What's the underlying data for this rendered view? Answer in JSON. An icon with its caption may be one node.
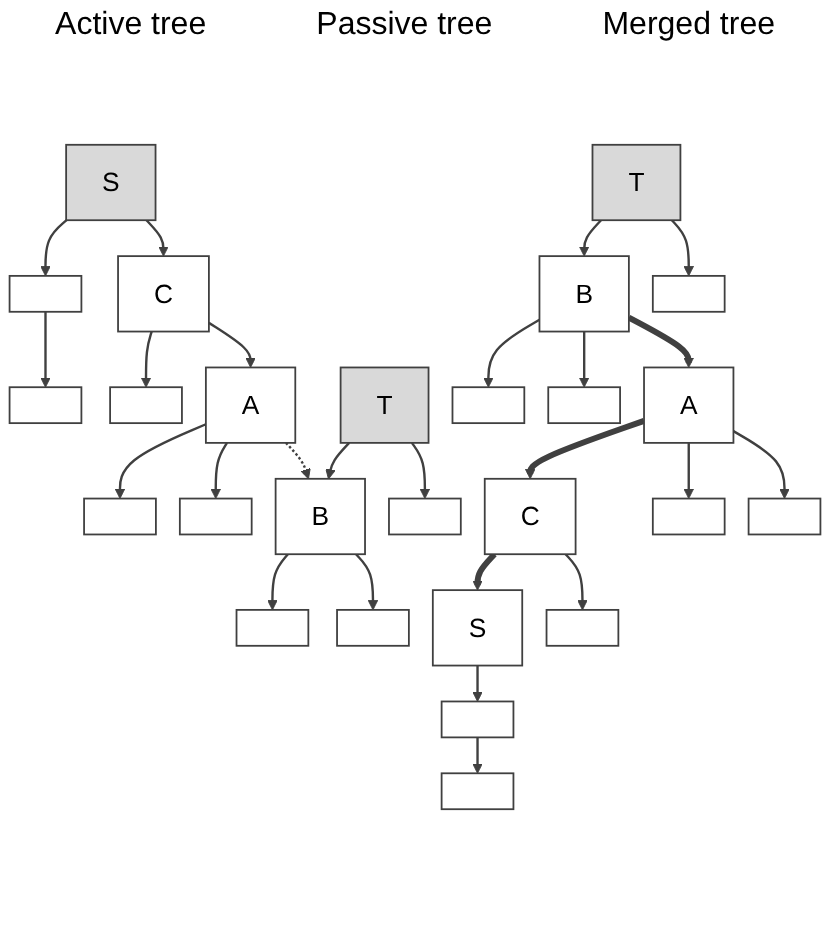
{
  "diagram": {
    "nodes": [
      {
        "text": [
          "S"
        ]
      },
      {
        "text": [],
        "shape": "box"
      },
      {
        "text": [
          "C"
        ]
      },
      {
        "text": [],
        "shape": "box"
      },
      {
        "text": [],
        "shape": "box"
      },
      {
        "text": [
          "A"
        ]
      },
      {
        "text": [],
        "shape": "box"
      },
      {
        "text": [],
        "shape": "box"
      },
      {
        "text": [
          "T"
        ]
      },
      {
        "text": [],
        "shape": "box"
      },
      {
        "text": [
          "B"
        ]
      },
      {
        "text": [],
        "shape": "box"
      },
      {
        "text": [],
        "shape": "box"
      },
      {
        "text": [
          "S"
        ]
      },
      {
        "text": [],
        "shape": "box"
      },
      {
        "text": [
          "C"
        ]
      },
      {
        "text": [],
        "shape": "box"
      },
      {
        "text": [],
        "shape": "box"
      },
      {
        "text": [
          "A"
        ]
      },
      {
        "text": [],
        "shape": "box"
      },
      {
        "text": [],
        "shape": "box"
      },
      {
        "text": [
          "T"
        ]
      },
      {
        "text": [],
        "shape": "box"
      },
      {
        "text": [
          "B"
        ]
      },
      {
        "text": [],
        "shape": "box"
      },
      {
        "text": [],
        "shape": "box"
      }
    ],
    "edges": [
      {
        "from": 0,
        "to": 1,
        "arrow": "to"
      },
      {
        "from": 0,
        "to": 2,
        "arrow": "to"
      },
      {
        "from": 1,
        "to": 3,
        "arrow": "to"
      },
      {
        "from": 2,
        "to": 4,
        "arrow": "to"
      },
      {
        "from": 2,
        "to": 5,
        "arrow": "to"
      },
      {
        "from": 5,
        "to": 6,
        "arrow": "to"
      },
      {
        "from": 5,
        "to": 7,
        "arrow": "to"
      },
      {
        "from": 8,
        "to": 10,
        "arrow": "to"
      },
      {
        "from": 8,
        "to": 9,
        "arrow": "to"
      },
      {
        "from": 10,
        "to": 11,
        "arrow": "to"
      },
      {
        "from": 10,
        "to": 12,
        "arrow": "to"
      },
      {
        "from": 5,
        "to": 10,
        "arrow": "to",
        "style": "dashed"
      },
      {
        "from": 13,
        "to": 14,
        "arrow": "to"
      },
      {
        "from": 15,
        "to": 13,
        "arrow": "to",
        "style": "thick"
      },
      {
        "from": 14,
        "to": 16,
        "arrow": "to"
      },
      {
        "from": 15,
        "to": 17,
        "arrow": "to"
      },
      {
        "from": 18,
        "to": 15,
        "arrow": "to",
        "style": "thick"
      },
      {
        "from": 18,
        "to": 19,
        "arrow": "to"
      },
      {
        "from": 18,
        "to": 20,
        "arrow": "to"
      },
      {
        "from": 21,
        "to": 23,
        "arrow": "to"
      },
      {
        "from": 21,
        "to": 22,
        "arrow": "to"
      },
      {
        "from": 23,
        "to": 24,
        "arrow": "to"
      },
      {
        "from": 23,
        "to": 25,
        "arrow": "to"
      },
      {
        "from": 23,
        "to": 18,
        "arrow": "to",
        "style": "thick"
      }
    ],
    "labels": [
      "Active tree",
      "Passive tree",
      "Merged tree"
    ]
  }
}
